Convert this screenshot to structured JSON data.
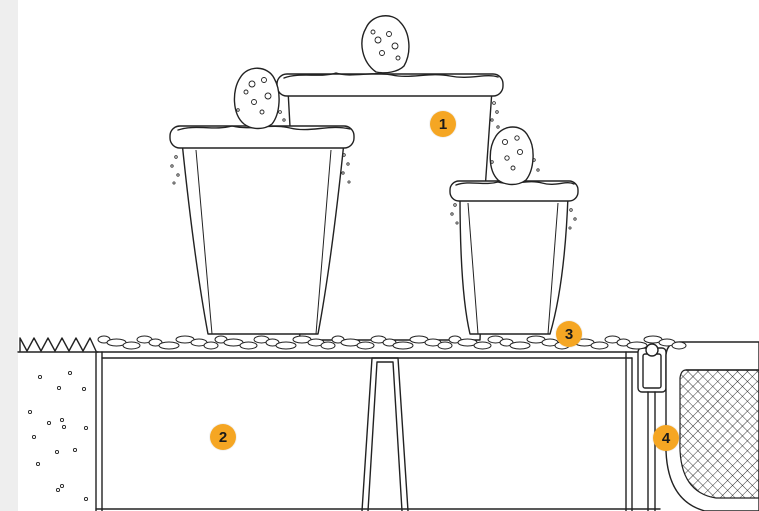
{
  "accent_color": "#f5a623",
  "callouts": [
    {
      "id": "1",
      "label": "1"
    },
    {
      "id": "2",
      "label": "2"
    },
    {
      "id": "3",
      "label": "3"
    },
    {
      "id": "4",
      "label": "4"
    }
  ]
}
